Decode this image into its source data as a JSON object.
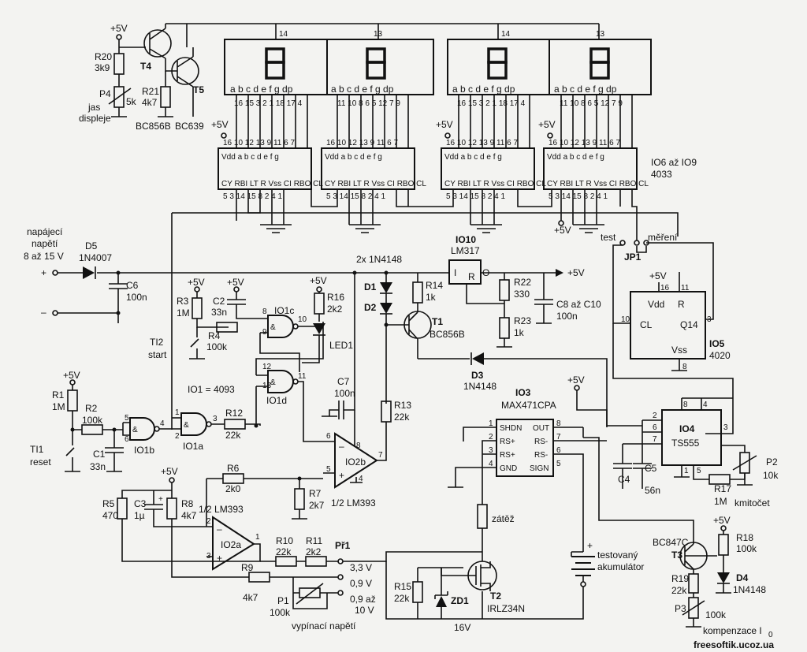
{
  "labels": {
    "p_5v": "+5V",
    "r20": "R20",
    "r20_val": "3k9",
    "p4": "P4",
    "p4_val": "5k",
    "t4": "T4",
    "t5": "T5",
    "r21": "R21",
    "r21_val": "4k7",
    "jas": "jas",
    "displeje": "displeje",
    "t4_type": "BC856B",
    "t5_type": "BC639",
    "pin14": "14",
    "pin13": "13",
    "seg_letters": "a b c d e f g dp",
    "disp1_pins": "16 15 3 2 1 18 17 4",
    "disp2_pins": "11 10 8 6 5 12 7 9",
    "cnt_top_pins": "16 10 12 13 9 11 6 7",
    "cnt_vdd": "Vdd a b c d e f g",
    "cnt_bot": "CY RBI LT R Vss CI RBO CL",
    "cnt_bot_pins": "5 3 14 15 8 2 4 1",
    "io6_9": "IO6 až IO9",
    "io6_9_type": "4033",
    "napajeci": "napájecí",
    "napeti": "napětí",
    "napeti_range": "8 až 15 V",
    "plus": "+",
    "minus": "–",
    "d5": "D5",
    "d5_type": "1N4007",
    "c6": "C6",
    "c6_val": "100n",
    "two_1n4148": "2x 1N4148",
    "io10": "IO10",
    "io10_type": "LM317",
    "io10_i": "I",
    "io10_o": "O",
    "io10_r": "R",
    "test": "test",
    "mereni": "měření",
    "jp1": "JP1",
    "r3": "R3",
    "r3_val": "1M",
    "c2": "C2",
    "c2_val": "33n",
    "r4": "R4",
    "r4_val": "100k",
    "ti2": "TI2",
    "start": "start",
    "io1c": "IO1c",
    "io1d": "IO1d",
    "r16": "R16",
    "r16_val": "2k2",
    "led1": "LED1",
    "d1": "D1",
    "d2": "D2",
    "r14": "R14",
    "r14_val": "1k",
    "t1": "T1",
    "t1_type": "BC856B",
    "r22": "R22",
    "r22_val": "330",
    "r23": "R23",
    "r23_val": "1k",
    "c8": "C8 až C10",
    "c8_val": "100n",
    "io5_vdd": "Vdd",
    "io5_r": "R",
    "io5_cl": "CL",
    "io5_q14": "Q14",
    "io5_vss": "Vss",
    "io5": "IO5",
    "io5_type": "4020",
    "io1_eq": "IO1 = 4093",
    "c7": "C7",
    "c7_val": "100n",
    "d3": "D3",
    "d3_type": "1N4148",
    "io3": "IO3",
    "io3_type": "MAX471CPA",
    "io3_shdn": "SHDN",
    "io3_rsp": "RS+",
    "io3_rsp2": "RS+",
    "io3_gnd": "GND",
    "io3_out": "OUT",
    "io3_rsm": "RS-",
    "io3_rsm2": "RS-",
    "io3_sign": "SIGN",
    "r1": "R1",
    "r1_val": "1M",
    "r2": "R2",
    "r2_val": "100k",
    "ti1": "TI1",
    "reset": "reset",
    "c1": "C1",
    "c1_val": "33n",
    "io1b": "IO1b",
    "io1a": "IO1a",
    "r12": "R12",
    "r12_val": "22k",
    "r13": "R13",
    "r13_val": "22k",
    "io2b": "IO2b",
    "io4": "IO4",
    "io4_type": "TS555",
    "r5": "R5",
    "r5_val": "470",
    "c3": "C3",
    "c3_val": "1µ",
    "r8": "R8",
    "r8_val": "4k7",
    "r6": "R6",
    "r6_val": "2k0",
    "r7": "R7",
    "r7_val": "2k7",
    "half_lm393": "1/2 LM393",
    "c4": "C4",
    "c5": "C5",
    "c5_val": "56n",
    "r17": "R17",
    "r17_val": "1M",
    "p2": "P2",
    "p2_val": "10k",
    "kmitocet": "kmitočet",
    "io2a": "IO2a",
    "zatez": "zátěž",
    "r10": "R10",
    "r10_val": "22k",
    "r11": "R11",
    "r11_val": "2k2",
    "pr1": "Př1",
    "v33": "3,3 V",
    "v09": "0,9 V",
    "v09_10": "0,9 až",
    "v10": "10 V",
    "testovany": "testovaný",
    "akumulator": "akumulátor",
    "r9": "R9",
    "r9_val": "4k7",
    "p1": "P1",
    "p1_val": "100k",
    "vypinaci": "vypínací napětí",
    "r15": "R15",
    "r15_val": "22k",
    "zd1": "ZD1",
    "zd1_val": "16V",
    "t2": "T2",
    "t2_type": "IRLZ34N",
    "t3_type": "BC847C",
    "t3": "T3",
    "r18": "R18",
    "r18_val": "100k",
    "d4": "D4",
    "d4_type": "1N4148",
    "r19": "R19",
    "r19_val": "22k",
    "p3": "P3",
    "p3_val": "100k",
    "kompenzace": "kompenzace I",
    "kompenzace_sub": "0",
    "watermark": "freesoftik.ucoz.ua",
    "gate_pins": {
      "io1c_a": "8",
      "io1c_b": "9",
      "io1c_o": "10",
      "io1d_a": "12",
      "io1d_b": "13",
      "io1d_o": "11",
      "io1b_a": "5",
      "io1b_b": "6",
      "io1b_o": "4",
      "io1a_a": "1",
      "io1a_b": "2",
      "io1a_o": "3",
      "io2b_p8": "8",
      "io2b_p6": "6",
      "io2b_p5": "5",
      "io2b_p7": "7",
      "io2b_p4": "4",
      "io2a_p2": "2",
      "io2a_p3": "3",
      "io2a_p1": "1",
      "io3_1": "1",
      "io3_2": "2",
      "io3_3": "3",
      "io3_4": "4",
      "io3_8": "8",
      "io3_7": "7",
      "io3_6": "6",
      "io3_5": "5",
      "io4_8": "8",
      "io4_4": "4",
      "io4_2": "2",
      "io4_6": "6",
      "io4_7": "7",
      "io4_3": "3",
      "io4_5": "5",
      "io4_1": "1",
      "io5_16": "16",
      "io5_11": "11",
      "io5_10": "10",
      "io5_3": "3",
      "io5_8": "8"
    }
  }
}
